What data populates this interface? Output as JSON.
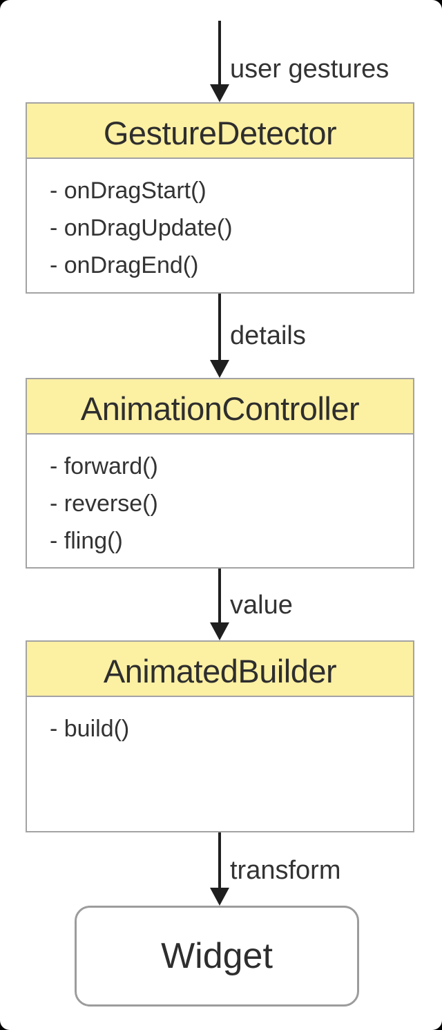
{
  "diagram": {
    "flow_arrows": [
      {
        "label": "user gestures"
      },
      {
        "label": "details"
      },
      {
        "label": "value"
      },
      {
        "label": "transform"
      }
    ],
    "class_boxes": [
      {
        "title": "GestureDetector",
        "methods": [
          "- onDragStart()",
          "- onDragUpdate()",
          "- onDragEnd()"
        ]
      },
      {
        "title": "AnimationController",
        "methods": [
          "- forward()",
          "- reverse()",
          "- fling()"
        ]
      },
      {
        "title": "AnimatedBuilder",
        "methods": [
          "- build()"
        ]
      }
    ],
    "terminal_node": {
      "label": "Widget"
    },
    "colors": {
      "header_fill": "#FCF0A3",
      "box_border": "#A3A3A3",
      "arrow": "#1F1F1F",
      "text": "#333333",
      "canvas": "#FFFFFF",
      "outside": "#000000"
    }
  }
}
